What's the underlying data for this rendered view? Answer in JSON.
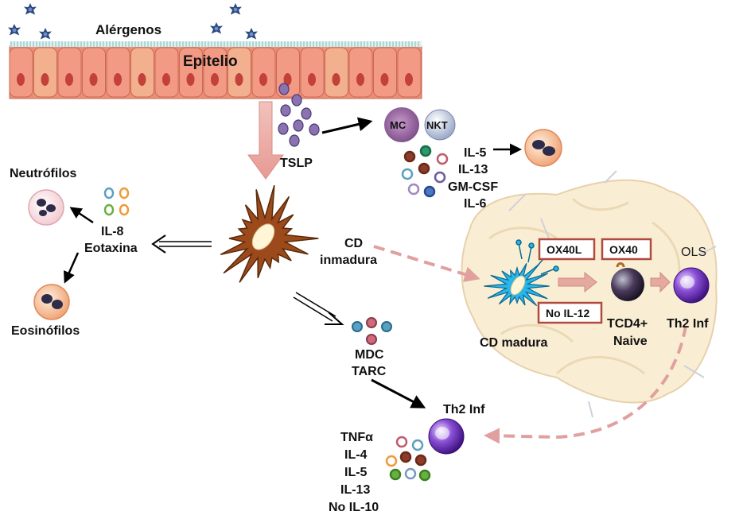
{
  "labels": {
    "allergens": "Alérgenos",
    "epithelium": "Epitelio",
    "tslp": "TSLP",
    "mc": "MC",
    "nkt": "NKT",
    "cytokines_top": [
      "IL-5",
      "IL-13",
      "GM-CSF",
      "IL-6"
    ],
    "neutrophils": "Neutrófilos",
    "il8": "IL-8",
    "eotaxin": "Eotaxina",
    "eosinophils": "Eosinófilos",
    "immature_dc": [
      "CD",
      "inmadura"
    ],
    "mdc": "MDC",
    "tarc": "TARC",
    "th2_bottom": "Th2 Inf",
    "cytokines_bottom": [
      "TNFα",
      "IL-4",
      "IL-5",
      "IL-13",
      "No IL-10"
    ],
    "ox40l": "OX40L",
    "ox40": "OX40",
    "no_il12": "No IL-12",
    "ols": "OLS",
    "mature_dc": "CD madura",
    "tcd4": [
      "TCD4+",
      "Naive"
    ],
    "th2_right": "Th2 Inf"
  },
  "colors": {
    "epithelium": "#e8826b",
    "dc_immature": "#9c4a1c",
    "dc_mature": "#29b5e8",
    "dashed_arrow": "#e1a0a0",
    "box_border": "#b04a3f",
    "lymph_node": "#f9eed2"
  }
}
